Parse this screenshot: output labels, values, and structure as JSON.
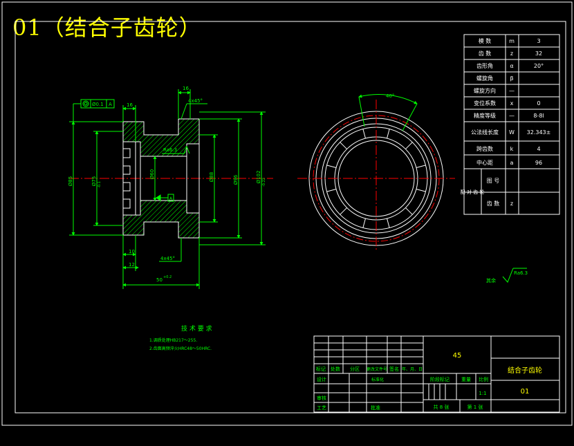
{
  "page": {
    "title": "01（结合子齿轮）"
  },
  "params": {
    "rows": [
      {
        "name": "模 数",
        "sym": "m",
        "val": "3"
      },
      {
        "name": "齿 数",
        "sym": "z",
        "val": "32"
      },
      {
        "name": "齿形角",
        "sym": "α",
        "val": "20°"
      },
      {
        "name": "螺旋角",
        "sym": "β",
        "val": ""
      },
      {
        "name": "螺旋方向",
        "sym": "—",
        "val": ""
      },
      {
        "name": "变位系数",
        "sym": "x",
        "val": "0"
      },
      {
        "name": "精度等级",
        "sym": "—",
        "val": "8-8l"
      },
      {
        "name": "公法线长度",
        "sym": "W",
        "val": "32.343±"
      },
      {
        "name": "跨齿数",
        "sym": "k",
        "val": "4"
      },
      {
        "name": "中心距",
        "sym": "a",
        "val": "96"
      }
    ],
    "pair_label": "配 对 齿 轮",
    "pair_rows": [
      {
        "name": "图 号",
        "sym": "",
        "val": ""
      },
      {
        "name": "齿 数",
        "sym": "z",
        "val": ""
      }
    ]
  },
  "dims": {
    "top16": "16",
    "left16": "16",
    "chamfer_top": "4x45°",
    "chamfer_bot": "4x45°",
    "tol_frame": "Ø0.1",
    "datum": "A",
    "rough": "Ra6.3",
    "d_left": "Ø85",
    "d_left2": "Ø75",
    "d_left2_tol": "-0.1",
    "d_bore": "Ø60",
    "d_mid": "Ø88",
    "d_96": "Ø96",
    "d_out": "Ø102",
    "d_out_tol": "-0.22",
    "w10": "10",
    "w12": "12",
    "w50": "50",
    "w50_tol": "+0.2",
    "angle": "40°"
  },
  "other_surfaces": {
    "label": "其余",
    "rough": "Ra6.3"
  },
  "tech": {
    "title": "技 术 要 求",
    "line1": "1.调质处理HB217～255.",
    "line2": "2.齿面高频淬火HRC48～50HRC."
  },
  "title_block": {
    "material": "45",
    "part_name": "结合子齿轮",
    "drawing_no": "01",
    "scale": "1:1",
    "sheets_total": "共 8 张",
    "sheet_no": "第 1 张",
    "h_mark": "标记",
    "h_count": "处数",
    "h_zone": "分区",
    "h_doc": "更改文件号",
    "h_sign": "签名",
    "h_date": "年、月、日",
    "h_design": "设计",
    "h_std": "标准化",
    "h_stage": "阶段标记",
    "h_weight": "重量",
    "h_scale": "比例",
    "h_review": "审核",
    "h_process": "工艺",
    "h_approve": "批准"
  },
  "colors": {
    "bg": "#000000",
    "line": "#ffffff",
    "dim": "#00ff00",
    "hatch": "#00ff00",
    "center": "#ff0000",
    "title": "#ffff00",
    "part": "#ffff00"
  }
}
